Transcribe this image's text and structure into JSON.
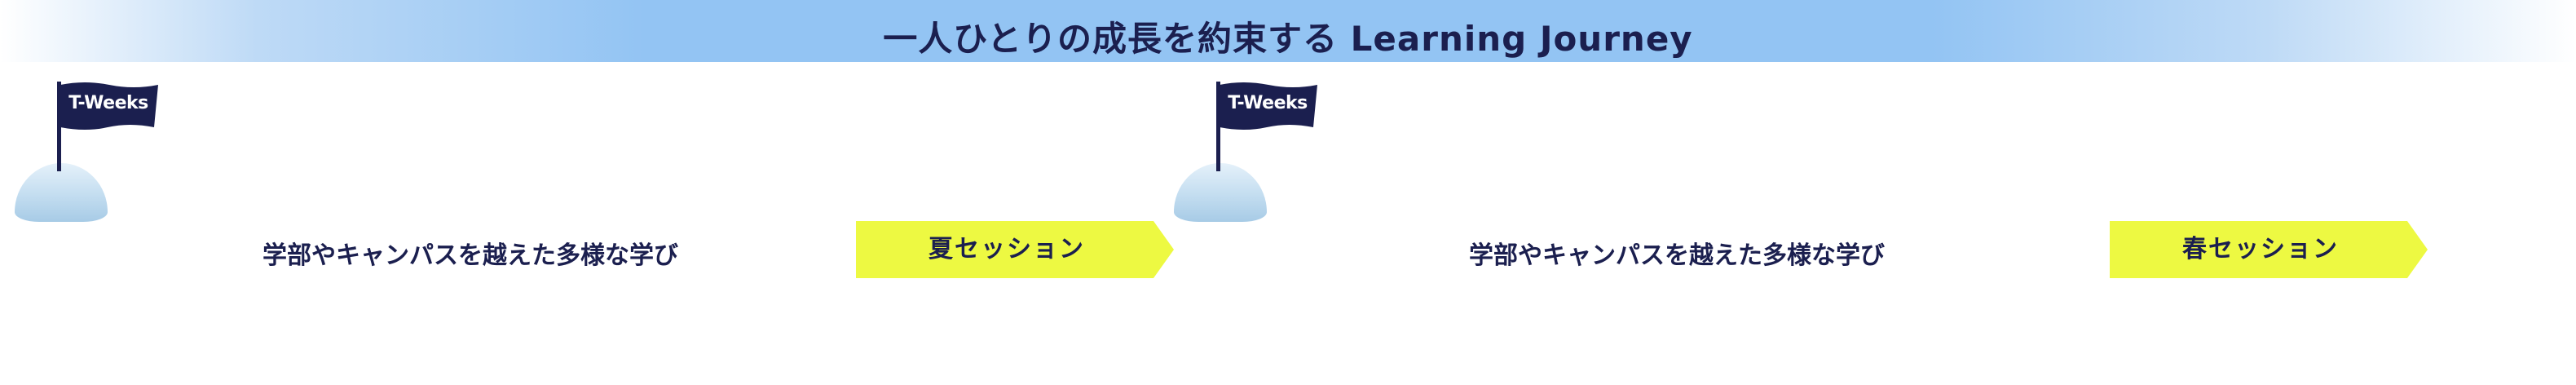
{
  "header": {
    "title": "一人ひとりの成長を約束する Learning Journey"
  },
  "milestones": [
    {
      "flag_label": "T-Weeks",
      "description": "学部やキャンパスを越えた多様な学び",
      "session_label": "夏セッション"
    },
    {
      "flag_label": "T-Weeks",
      "description": "学部やキャンパスを越えた多様な学び",
      "session_label": "春セッション"
    }
  ],
  "colors": {
    "navy": "#1b1f4f",
    "session_fill": "#edf942",
    "header_blue": "#93c4f3",
    "mound_light": "#e5f1fa",
    "mound_dark": "#a7cbe6"
  },
  "icons": [
    "flag-icon",
    "mound-icon"
  ]
}
